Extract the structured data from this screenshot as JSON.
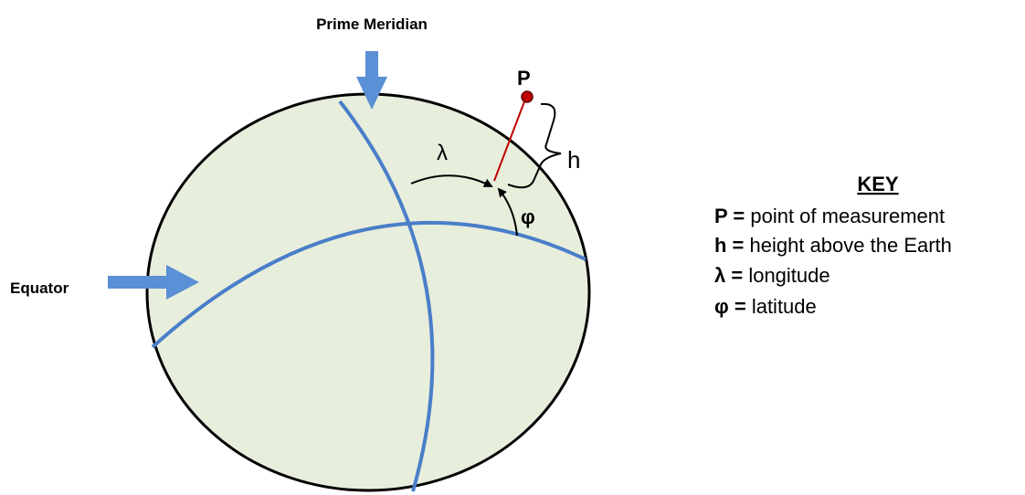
{
  "labels": {
    "prime_meridian": "Prime Meridian",
    "equator": "Equator",
    "point": "P",
    "height": "h",
    "longitude_symbol": "λ",
    "latitude_symbol": "φ"
  },
  "key": {
    "title": "KEY",
    "items": [
      {
        "symbol": "P =",
        "description": " point of measurement"
      },
      {
        "symbol": "h =",
        "description": " height above the Earth"
      },
      {
        "symbol": "λ =",
        "description": " longitude"
      },
      {
        "symbol": "φ =",
        "description": " latitude"
      }
    ]
  },
  "colors": {
    "sphere_fill": "#e8eedc",
    "sphere_stroke": "#000000",
    "grid_line": "#4a7ec9",
    "arrow_fill": "#5b8fd6",
    "point_line": "#c00000",
    "point_fill": "#c00000"
  }
}
